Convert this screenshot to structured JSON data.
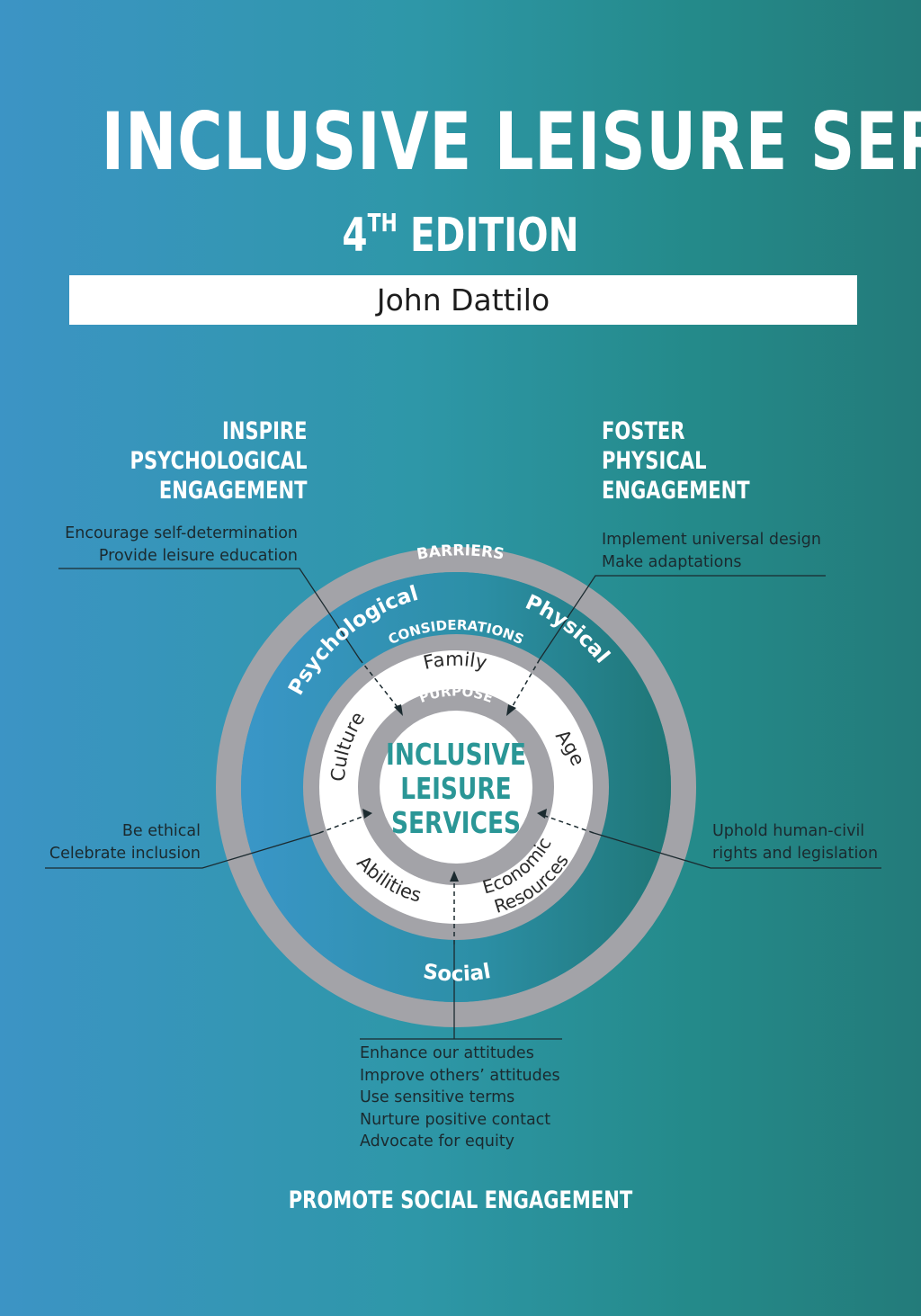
{
  "cover": {
    "title": "INCLUSIVE LEISURE SERVICES",
    "edition_number": "4",
    "edition_suffix": "TH",
    "edition_word": "EDITION",
    "author": "John Dattilo"
  },
  "headings": {
    "psychological": [
      "INSPIRE",
      "PSYCHOLOGICAL",
      "ENGAGEMENT"
    ],
    "physical": [
      "FOSTER",
      "PHYSICAL",
      "ENGAGEMENT"
    ],
    "social": "PROMOTE SOCIAL ENGAGEMENT"
  },
  "notes": {
    "top_left": [
      "Encourage self-determination",
      "Provide leisure education"
    ],
    "top_right": [
      "Implement universal design",
      "Make adaptations"
    ],
    "mid_left": [
      "Be ethical",
      "Celebrate inclusion"
    ],
    "mid_right": [
      "Uphold human-civil",
      "rights and legislation"
    ],
    "bottom": [
      "Enhance our attitudes",
      "Improve others’ attitudes",
      "Use sensitive terms",
      "Nurture positive contact",
      "Advocate for equity"
    ]
  },
  "diagram": {
    "barriers_label": "BARRIERS",
    "outer_labels": {
      "psychological": "Psychological",
      "physical": "Physical",
      "social": "Social"
    },
    "considerations_label": "CONSIDERATIONS",
    "considerations": {
      "family": "Family",
      "age": "Age",
      "culture": "Culture",
      "abilities": "Abilities",
      "economic_line1": "Economic",
      "economic_line2": "Resources"
    },
    "purpose_label": "PURPOSE",
    "center": [
      "INCLUSIVE",
      "LEISURE",
      "SERVICES"
    ]
  },
  "colors": {
    "background_left": "#3c94c5",
    "background_right": "#237b7a",
    "ring_gray": "#a3a3a8",
    "center_text": "#2a9696",
    "white": "#ffffff"
  }
}
